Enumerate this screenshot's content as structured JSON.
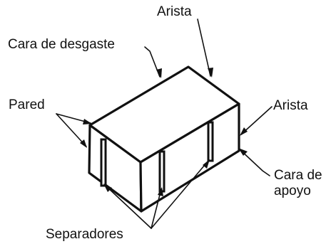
{
  "labels": {
    "top_edge": "Arista",
    "wear_face": "Cara de desgaste",
    "wall": "Pared",
    "right_edge": "Arista",
    "bearing_face_line1": "Cara de",
    "bearing_face_line2": "apoyo",
    "spacers": "Separadores"
  },
  "colors": {
    "stroke": "#111111",
    "text": "#111111",
    "background": "#ffffff"
  }
}
